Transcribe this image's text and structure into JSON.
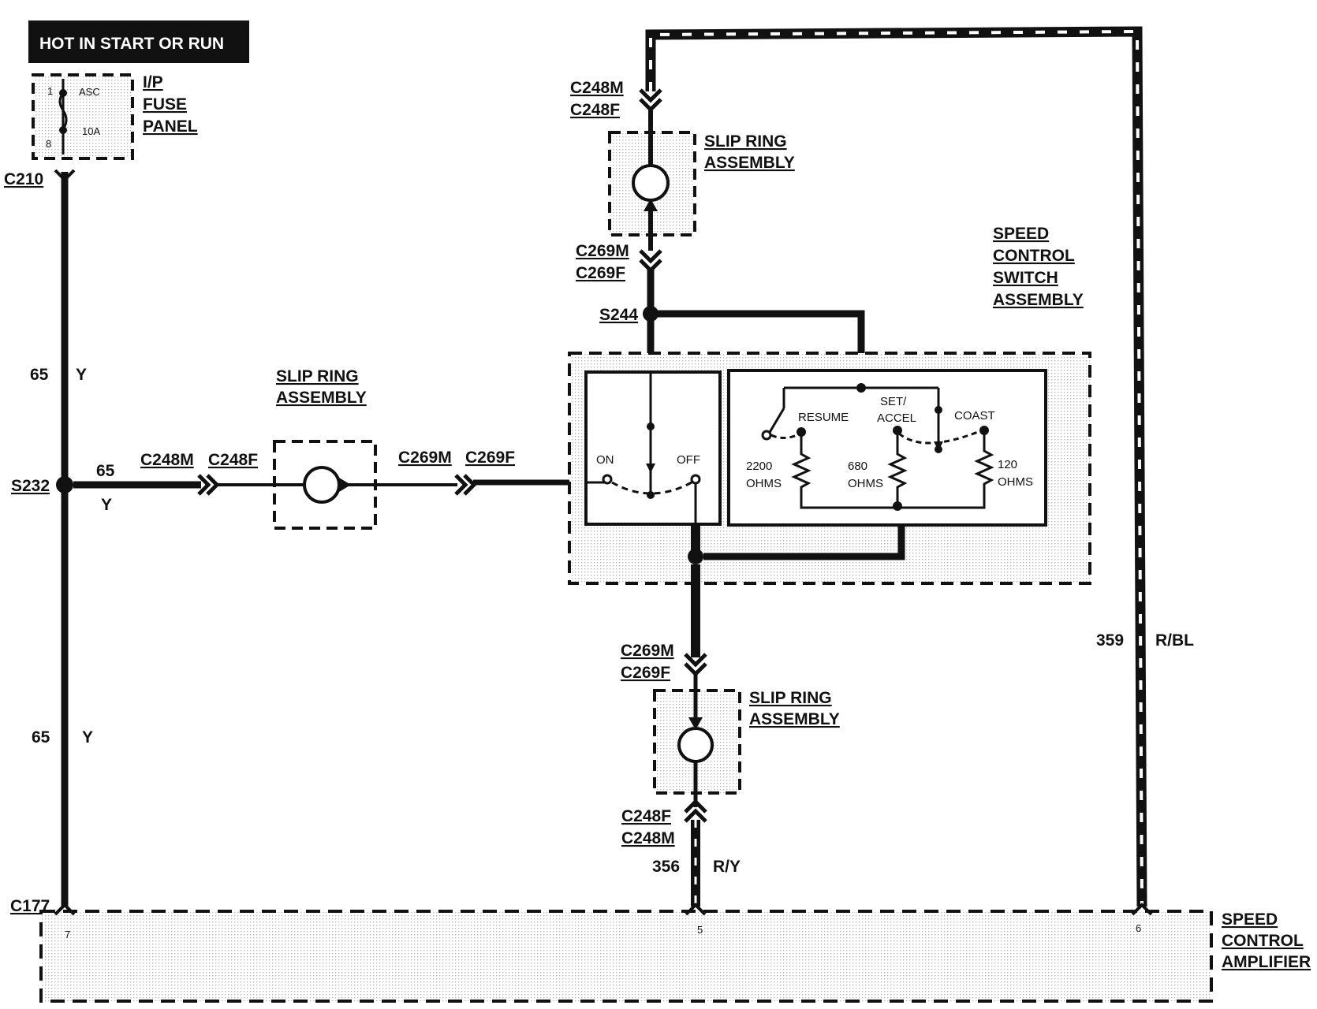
{
  "header": "HOT IN START OR RUN",
  "fuse_panel": {
    "title_lines": [
      "I/P",
      "FUSE",
      "PANEL"
    ],
    "pin_top": "1",
    "pin_bottom": "8",
    "fuse_name": "ASC",
    "fuse_rating": "10A"
  },
  "connectors": {
    "c210": "C210",
    "c177": "C177",
    "top_m": "C248M",
    "top_f": "C248F",
    "mid_m": "C269M",
    "mid_f": "C269F",
    "left_a_m": "C248M",
    "left_a_f": "C248F",
    "left_b_m": "C269M",
    "left_b_f": "C269F",
    "low_m": "C269M",
    "low_f": "C269F",
    "bot_f": "C248F",
    "bot_m": "C248M"
  },
  "splices": {
    "s232": "S232",
    "s244": "S244"
  },
  "wires": {
    "left_upper": {
      "circuit": "65",
      "color": "Y"
    },
    "left_lower": {
      "circuit": "65",
      "color": "Y"
    },
    "branch": {
      "circuit": "65",
      "color": "Y"
    },
    "right": {
      "circuit": "359",
      "color": "R/BL"
    },
    "bottom": {
      "circuit": "356",
      "color": "R/Y"
    }
  },
  "slip_rings": {
    "top": [
      "SLIP RING",
      "ASSEMBLY"
    ],
    "left": [
      "SLIP RING",
      "ASSEMBLY"
    ],
    "bottom": [
      "SLIP RING",
      "ASSEMBLY"
    ]
  },
  "switch_assembly": {
    "title_lines": [
      "SPEED",
      "CONTROL",
      "SWITCH",
      "ASSEMBLY"
    ],
    "on": "ON",
    "off": "OFF",
    "resume": "RESUME",
    "set_accel": [
      "SET/",
      "ACCEL"
    ],
    "coast": "COAST",
    "r1": [
      "2200",
      "OHMS"
    ],
    "r2": [
      "680",
      "OHMS"
    ],
    "r3": [
      "120",
      "OHMS"
    ]
  },
  "amplifier": {
    "title_lines": [
      "SPEED",
      "CONTROL",
      "AMPLIFIER"
    ],
    "pin_left": "7",
    "pin_mid": "5",
    "pin_right": "6"
  }
}
